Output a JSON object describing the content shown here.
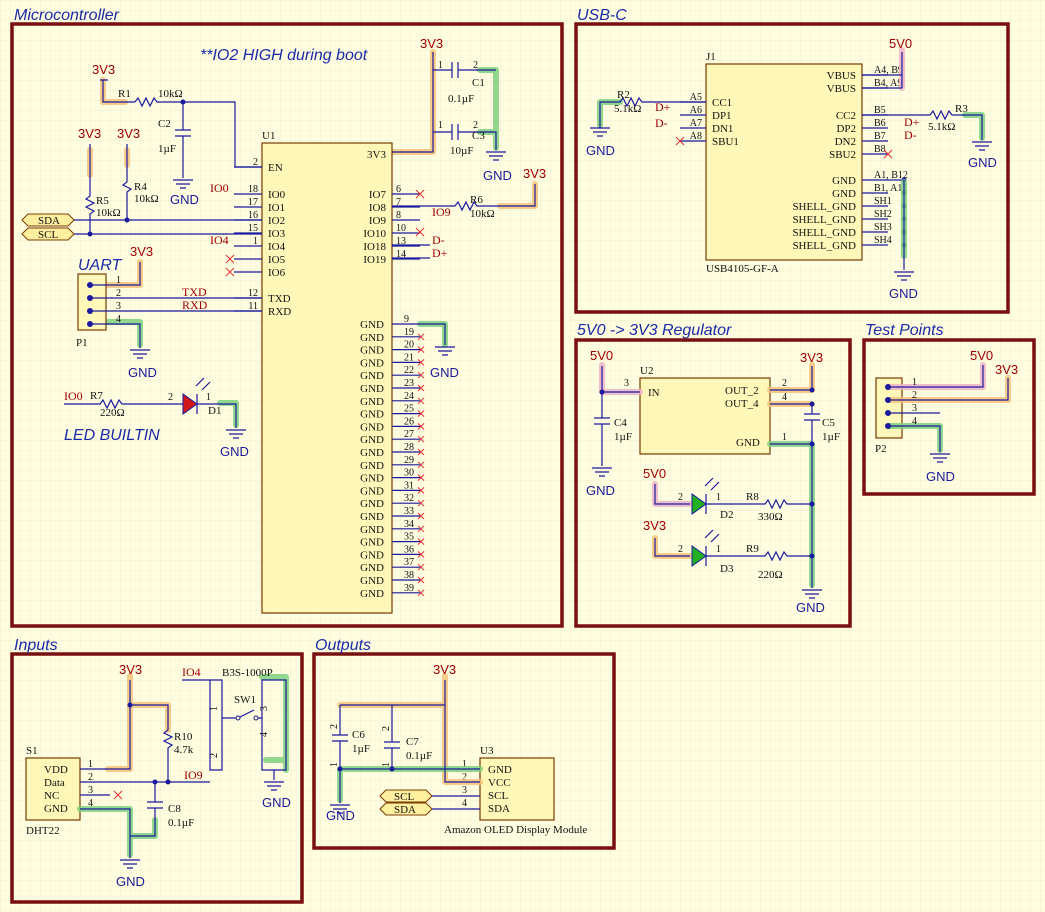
{
  "blocks": {
    "micro": "Microcontroller",
    "usbc": "USB-C",
    "reg": "5V0 -> 3V3 Regulator",
    "tp": "Test Points",
    "inputs": "Inputs",
    "outputs": "Outputs"
  },
  "notes": {
    "io2": "**IO2 HIGH during boot",
    "uart": "UART",
    "led": "LED BUILTIN"
  },
  "power": {
    "v33": "3V3",
    "v50": "5V0",
    "gnd": "GND"
  },
  "u1": {
    "ref": "U1",
    "left_pins": [
      {
        "num": "2",
        "name": "EN"
      },
      {
        "num": "18",
        "name": "IO0"
      },
      {
        "num": "17",
        "name": "IO1"
      },
      {
        "num": "16",
        "name": "IO2"
      },
      {
        "num": "15",
        "name": "IO3"
      },
      {
        "num": "1",
        "name": "IO4"
      },
      {
        "num": "",
        "name": "IO5"
      },
      {
        "num": "",
        "name": "IO6"
      },
      {
        "num": "12",
        "name": "TXD"
      },
      {
        "num": "11",
        "name": "RXD"
      }
    ],
    "right_top": [
      {
        "num": "",
        "name": "3V3"
      },
      {
        "num": "6",
        "name": "IO7"
      },
      {
        "num": "7",
        "name": "IO8"
      },
      {
        "num": "8",
        "name": "IO9"
      },
      {
        "num": "10",
        "name": "IO10"
      },
      {
        "num": "13",
        "name": "IO18"
      },
      {
        "num": "14",
        "name": "IO19"
      }
    ],
    "gnd_pins": [
      "9",
      "19",
      "20",
      "21",
      "22",
      "23",
      "24",
      "25",
      "26",
      "27",
      "28",
      "29",
      "30",
      "31",
      "32",
      "33",
      "34",
      "35",
      "36",
      "37",
      "38",
      "39"
    ]
  },
  "micro_parts": {
    "r1": {
      "ref": "R1",
      "val": "10kΩ"
    },
    "c2": {
      "ref": "C2",
      "val": "1µF"
    },
    "c1": {
      "ref": "C1",
      "val": "0.1µF"
    },
    "c3": {
      "ref": "C3",
      "val": "10µF"
    },
    "r4": {
      "ref": "R4",
      "val": "10kΩ"
    },
    "r5": {
      "ref": "R5",
      "val": "10kΩ"
    },
    "r6": {
      "ref": "R6",
      "val": "10kΩ"
    },
    "r7": {
      "ref": "R7",
      "val": "220Ω"
    },
    "d1": {
      "ref": "D1"
    },
    "p1": {
      "ref": "P1"
    },
    "labels": {
      "sda": "SDA",
      "scl": "SCL",
      "io0": "IO0",
      "io4": "IO4",
      "io9": "IO9",
      "txd": "TXD",
      "rxd": "RXD",
      "dm": "D-",
      "dp": "D+"
    },
    "c_pin1": "1",
    "c_pin2": "2",
    "uart_pins": [
      "1",
      "2",
      "3",
      "4"
    ],
    "d1_pin2": "2",
    "d1_pin1": "1"
  },
  "usb": {
    "ref": "J1",
    "part": "USB4105-GF-A",
    "left_pins": [
      {
        "num": "A5",
        "name": "CC1"
      },
      {
        "num": "A6",
        "name": "DP1"
      },
      {
        "num": "A7",
        "name": "DN1"
      },
      {
        "num": "A8",
        "name": "SBU1"
      }
    ],
    "right_pins": [
      {
        "num": "A4, B9",
        "name": "VBUS"
      },
      {
        "num": "B4, A9",
        "name": "VBUS"
      },
      {
        "num": "B5",
        "name": "CC2"
      },
      {
        "num": "B6",
        "name": "DP2"
      },
      {
        "num": "B7",
        "name": "DN2"
      },
      {
        "num": "B8",
        "name": "SBU2"
      },
      {
        "num": "A1, B12",
        "name": "GND"
      },
      {
        "num": "B1, A12",
        "name": "GND"
      },
      {
        "num": "SH1",
        "name": "SHELL_GND"
      },
      {
        "num": "SH2",
        "name": "SHELL_GND"
      },
      {
        "num": "SH3",
        "name": "SHELL_GND"
      },
      {
        "num": "SH4",
        "name": "SHELL_GND"
      }
    ],
    "r2": {
      "ref": "R2",
      "val": "5.1kΩ"
    },
    "r3": {
      "ref": "R3",
      "val": "5.1kΩ"
    }
  },
  "regulator": {
    "ref": "U2",
    "pins": [
      {
        "num": "3",
        "name": "IN"
      },
      {
        "num": "2",
        "name": "OUT_2"
      },
      {
        "num": "4",
        "name": "OUT_4"
      },
      {
        "num": "1",
        "name": "GND"
      }
    ],
    "c4": {
      "ref": "C4",
      "val": "1µF"
    },
    "c5": {
      "ref": "C5",
      "val": "1µF"
    },
    "r8": {
      "ref": "R8",
      "val": "330Ω"
    },
    "r9": {
      "ref": "R9",
      "val": "220Ω"
    },
    "d2": {
      "ref": "D2"
    },
    "d3": {
      "ref": "D3"
    },
    "d_pin2": "2",
    "d_pin1": "1"
  },
  "testpoints": {
    "ref": "P2",
    "pins": [
      "1",
      "2",
      "3",
      "4"
    ]
  },
  "inputs": {
    "s1": {
      "ref": "S1",
      "part": "DHT22",
      "pins": [
        {
          "num": "1",
          "name": "VDD"
        },
        {
          "num": "2",
          "name": "Data"
        },
        {
          "num": "3",
          "name": "NC"
        },
        {
          "num": "4",
          "name": "GND"
        }
      ]
    },
    "r10": {
      "ref": "R10",
      "val": "4.7k"
    },
    "c8": {
      "ref": "C8",
      "val": "0.1µF"
    },
    "sw1": {
      "ref": "SW1",
      "part": "B3S-1000P",
      "pins": [
        "1",
        "2",
        "3",
        "4"
      ]
    },
    "labels": {
      "io4": "IO4",
      "io9": "IO9"
    }
  },
  "outputs": {
    "u3": {
      "ref": "U3",
      "part": "Amazon OLED Display Module",
      "pins": [
        {
          "num": "1",
          "name": "GND"
        },
        {
          "num": "2",
          "name": "VCC"
        },
        {
          "num": "3",
          "name": "SCL"
        },
        {
          "num": "4",
          "name": "SDA"
        }
      ]
    },
    "c6": {
      "ref": "C6",
      "val": "1µF"
    },
    "c7": {
      "ref": "C7",
      "val": "0.1µF"
    },
    "labels": {
      "scl": "SCL",
      "sda": "SDA"
    },
    "c_pin1": "1",
    "c_pin2": "2"
  }
}
